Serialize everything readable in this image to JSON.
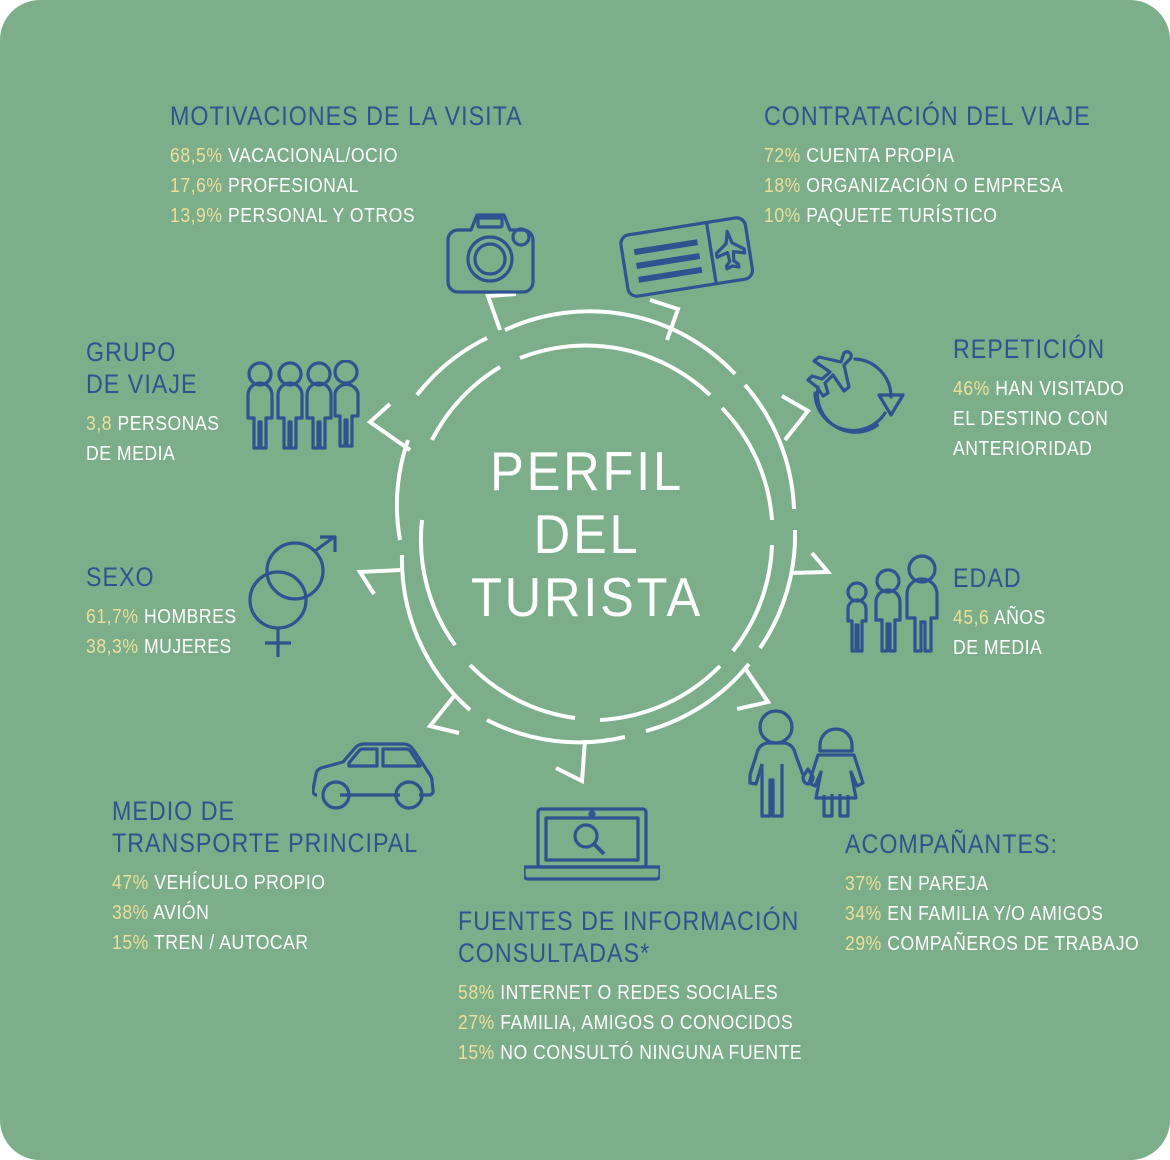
{
  "background_color": "#7cae89",
  "heading_color": "#2e5390",
  "number_color": "#ecdf9c",
  "text_color": "#ffffff",
  "center": {
    "line1": "PERFIL",
    "line2": "DEL",
    "line3": "TURISTA"
  },
  "sections": [
    {
      "id": "motivaciones",
      "heading": "MOTIVACIONES DE LA VISITA",
      "icon": "camera-icon",
      "items": [
        {
          "value": "68,5%",
          "label": "VACACIONAL/OCIO"
        },
        {
          "value": "17,6%",
          "label": "PROFESIONAL"
        },
        {
          "value": "13,9%",
          "label": "PERSONAL Y OTROS"
        }
      ]
    },
    {
      "id": "contratacion",
      "heading": "CONTRATACIÓN DEL VIAJE",
      "icon": "boarding-pass-icon",
      "items": [
        {
          "value": "72%",
          "label": "CUENTA PROPIA"
        },
        {
          "value": "18%",
          "label": "ORGANIZACIÓN O EMPRESA"
        },
        {
          "value": "10%",
          "label": "PAQUETE TURÍSTICO"
        }
      ]
    },
    {
      "id": "repeticion",
      "heading": "REPETICIÓN",
      "icon": "repeat-plane-icon",
      "items": [
        {
          "value": "46%",
          "label": "HAN VISITADO"
        },
        {
          "value": "",
          "label": "EL DESTINO CON"
        },
        {
          "value": "",
          "label": "ANTERIORIDAD"
        }
      ]
    },
    {
      "id": "edad",
      "heading": "EDAD",
      "icon": "three-people-icon",
      "items": [
        {
          "value": "45,6",
          "label": "AÑOS"
        },
        {
          "value": "",
          "label": "DE MEDIA"
        }
      ]
    },
    {
      "id": "acompanantes",
      "heading": "ACOMPAÑANTES:",
      "icon": "couple-icon",
      "items": [
        {
          "value": "37%",
          "label": "EN PAREJA"
        },
        {
          "value": "34%",
          "label": "EN FAMILIA Y/O AMIGOS"
        },
        {
          "value": "29%",
          "label": "COMPAÑEROS DE TRABAJO"
        }
      ]
    },
    {
      "id": "fuentes",
      "heading_line1": "FUENTES DE INFORMACIÓN",
      "heading_line2": "CONSULTADAS*",
      "icon": "laptop-search-icon",
      "items": [
        {
          "value": "58%",
          "label": "INTERNET O REDES SOCIALES"
        },
        {
          "value": "27%",
          "label": "FAMILIA, AMIGOS O CONOCIDOS"
        },
        {
          "value": "15%",
          "label": "NO CONSULTÓ NINGUNA FUENTE"
        }
      ]
    },
    {
      "id": "transporte",
      "heading_line1": "MEDIO DE",
      "heading_line2": "TRANSPORTE PRINCIPAL",
      "icon": "car-icon",
      "items": [
        {
          "value": "47%",
          "label": "VEHÍCULO PROPIO"
        },
        {
          "value": "38%",
          "label": "AVIÓN"
        },
        {
          "value": "15%",
          "label": "TREN / AUTOCAR"
        }
      ]
    },
    {
      "id": "sexo",
      "heading": "SEXO",
      "icon": "gender-icon",
      "items": [
        {
          "value": "61,7%",
          "label": "HOMBRES"
        },
        {
          "value": "38,3%",
          "label": "MUJERES"
        }
      ]
    },
    {
      "id": "grupo",
      "heading_line1": "GRUPO",
      "heading_line2": "DE VIAJE",
      "icon": "four-people-icon",
      "items": [
        {
          "value": "3,8",
          "label": "PERSONAS"
        },
        {
          "value": "",
          "label": "DE MEDIA"
        }
      ]
    }
  ]
}
